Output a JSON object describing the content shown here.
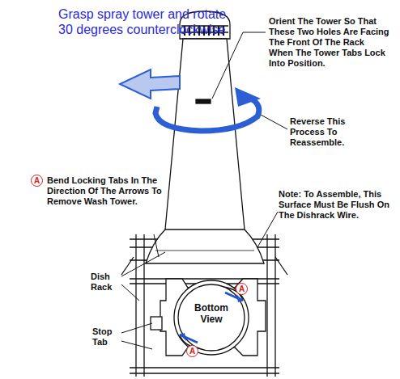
{
  "diagram": {
    "nodes": [
      {
        "text": [
          "A"
        ]
      },
      {
        "text": [
          "A"
        ]
      },
      {
        "text": [
          "Bottom View"
        ]
      },
      {
        "text": [
          "A"
        ]
      }
    ],
    "labels": [
      "Grasp spray tower and rotate 30 degrees counterclockwise",
      "Orient The Tower So That These Two Holes Are Facing The Front Of The Rack When The Tower Tabs Lock Into Position.",
      "Reverse This Process To Reassemble.",
      "Bend Locking Tabs In The Direction Of The Arrows To Remove Wash Tower.",
      "Note: To Assemble, This Surface Must Be Flush On The Dishrack Wire.",
      "Dish Rack",
      "Stop Tab"
    ]
  }
}
